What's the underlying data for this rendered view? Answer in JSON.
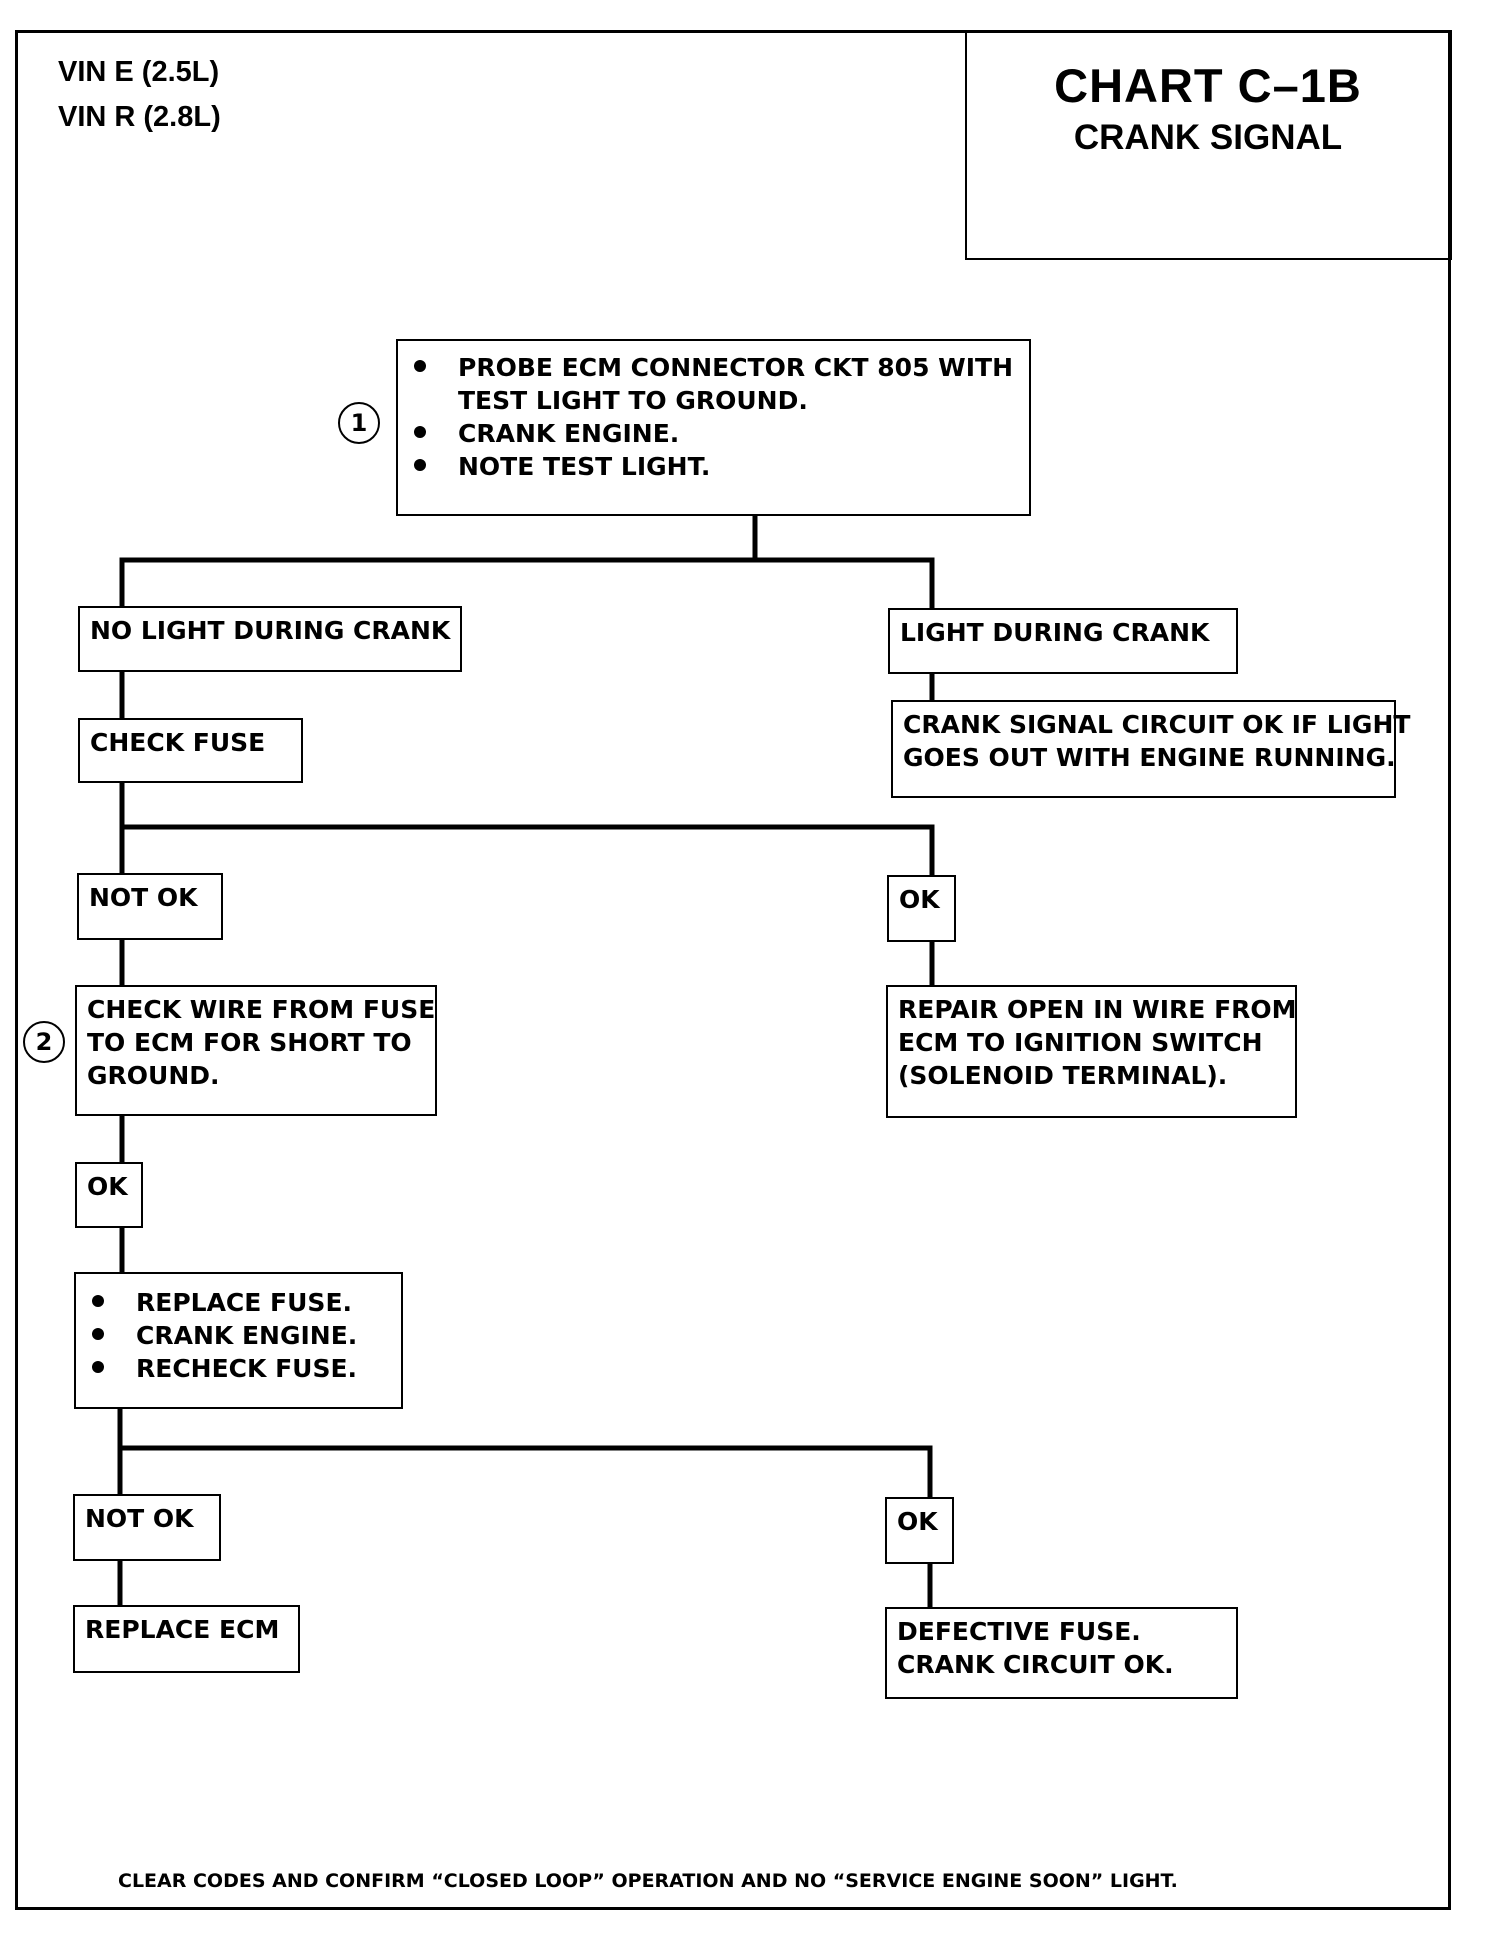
{
  "header": {
    "vin_lines": [
      "VIN E (2.5L)",
      "VIN R (2.8L)"
    ],
    "chart_title": "CHART C–1B",
    "chart_subtitle": "CRANK SIGNAL"
  },
  "steps": {
    "probe": {
      "number": "1",
      "bullets": [
        "PROBE ECM CONNECTOR CKT 805 WITH\nTEST LIGHT TO GROUND.",
        "CRANK ENGINE.",
        "NOTE TEST LIGHT."
      ]
    },
    "no_light": "NO LIGHT DURING CRANK",
    "light": "LIGHT DURING CRANK",
    "crank_ok": [
      "CRANK SIGNAL CIRCUIT OK IF LIGHT",
      "GOES OUT WITH ENGINE RUNNING."
    ],
    "check_fuse": "CHECK FUSE",
    "fuse_not_ok": "NOT OK",
    "fuse_ok": "OK",
    "check_wire": {
      "number": "2",
      "lines": [
        "CHECK WIRE FROM FUSE",
        "TO ECM FOR SHORT TO",
        "GROUND."
      ]
    },
    "repair_open": [
      "REPAIR OPEN IN WIRE FROM",
      "ECM TO IGNITION SWITCH",
      "(SOLENOID TERMINAL)."
    ],
    "wire_ok": "OK",
    "replace_fuse_bullets": [
      "REPLACE FUSE.",
      "CRANK ENGINE.",
      "RECHECK FUSE."
    ],
    "recheck_not_ok": "NOT OK",
    "recheck_ok": "OK",
    "replace_ecm": "REPLACE ECM",
    "defective_fuse": [
      "DEFECTIVE FUSE.",
      "CRANK CIRCUIT OK."
    ]
  },
  "footer": "CLEAR CODES AND CONFIRM “CLOSED LOOP” OPERATION AND NO “SERVICE ENGINE SOON” LIGHT."
}
